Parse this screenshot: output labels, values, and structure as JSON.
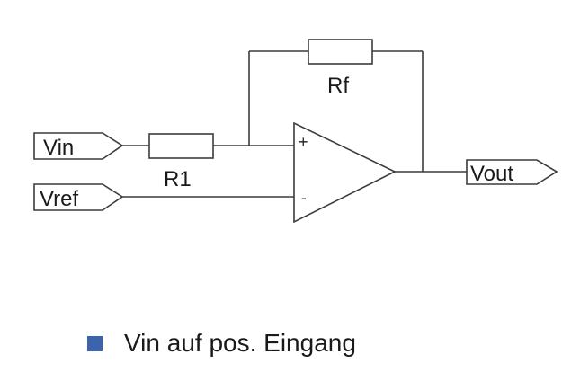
{
  "circuit": {
    "ports": {
      "vin": "Vin",
      "vref": "Vref",
      "vout": "Vout"
    },
    "resistors": {
      "r1": "R1",
      "rf": "Rf"
    },
    "opamp": {
      "plus": "+",
      "minus": "-"
    }
  },
  "bullet": {
    "text": "Vin auf pos. Eingang",
    "color": "#3b64ad"
  }
}
